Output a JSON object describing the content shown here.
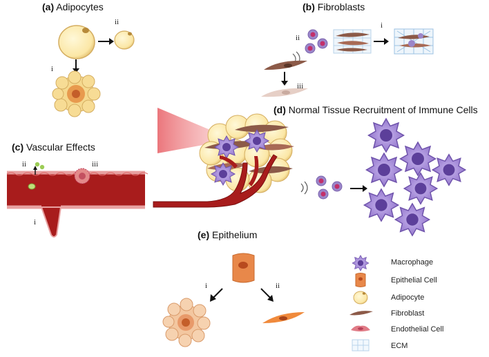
{
  "panels": {
    "a": {
      "letter": "(a)",
      "title": "Adipocytes",
      "labels": {
        "i": "i",
        "ii": "ii"
      }
    },
    "b": {
      "letter": "(b)",
      "title": "Fibroblasts",
      "labels": {
        "i": "i",
        "ii": "ii",
        "iii": "iii"
      }
    },
    "c": {
      "letter": "(c)",
      "title": "Vascular Effects",
      "labels": {
        "i": "i",
        "ii": "ii",
        "iii": "iii"
      }
    },
    "d": {
      "letter": "(d)",
      "title": "Normal Tissue Recruitment of Immune Cells"
    },
    "e": {
      "letter": "(e)",
      "title": "Epithelium",
      "labels": {
        "i": "i",
        "ii": "ii"
      }
    }
  },
  "legend": [
    {
      "label": "Macrophage",
      "icon": "macrophage-icon"
    },
    {
      "label": "Epithelial Cell",
      "icon": "epithelial-cell-icon"
    },
    {
      "label": "Adipocyte",
      "icon": "adipocyte-icon"
    },
    {
      "label": "Fibroblast",
      "icon": "fibroblast-icon"
    },
    {
      "label": "Endothelial Cell",
      "icon": "endothelial-cell-icon"
    },
    {
      "label": "ECM",
      "icon": "ecm-icon"
    }
  ],
  "colors": {
    "adipocyte": "#fbe7a6",
    "macrophage": "#9a7fd1",
    "fibroblast": "#8c5a48",
    "vessel": "#a81c1c",
    "epithelial": "#e8884a",
    "ecm": "#b9d3ea",
    "beam": "#e87f82"
  }
}
